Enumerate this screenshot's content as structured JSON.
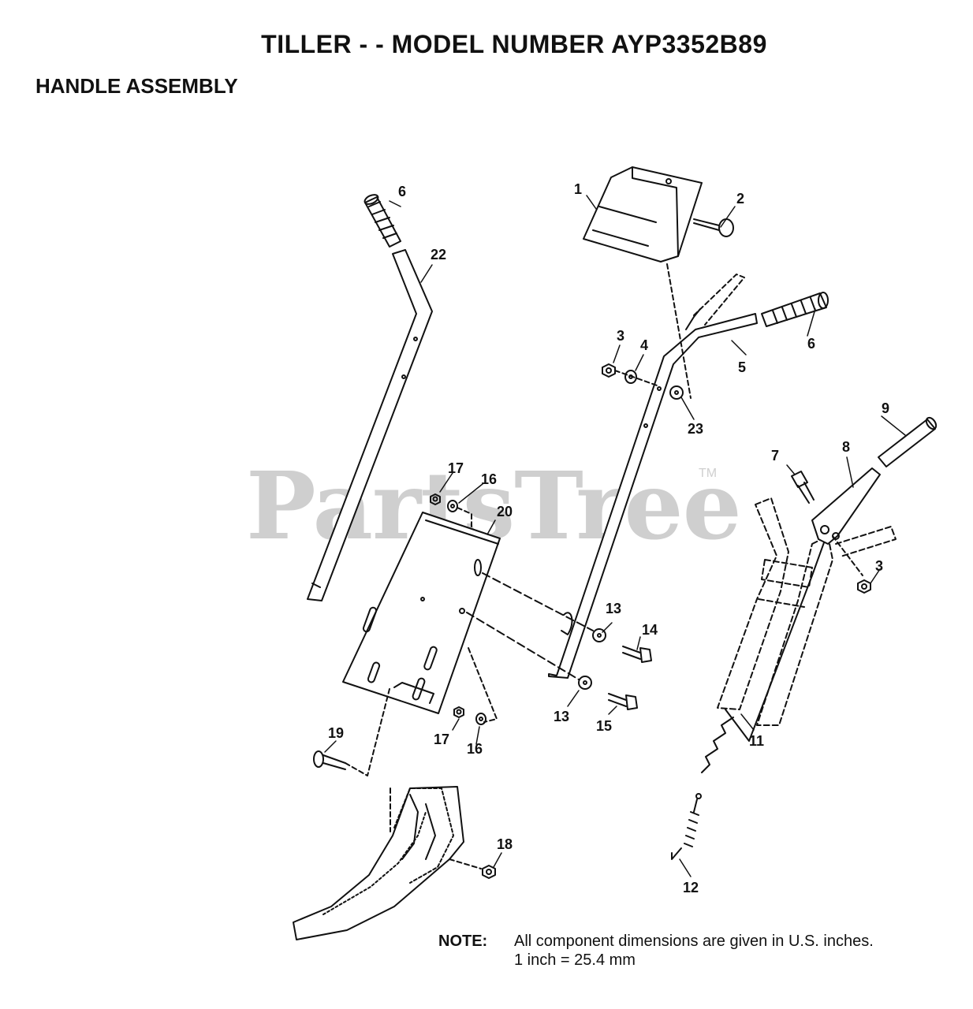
{
  "title": "TILLER - - MODEL NUMBER AYP3352B89",
  "subtitle": "HANDLE ASSEMBLY",
  "watermark": "PartsTree",
  "watermark_tm": "TM",
  "note": {
    "label": "NOTE:",
    "line1": "All component dimensions are given in U.S. inches.",
    "line2": "1 inch = 25.4 mm"
  },
  "callouts": {
    "c1": "1",
    "c2": "2",
    "c3a": "3",
    "c3b": "3",
    "c4": "4",
    "c5": "5",
    "c6a": "6",
    "c6b": "6",
    "c7": "7",
    "c8": "8",
    "c9": "9",
    "c11": "11",
    "c12": "12",
    "c13a": "13",
    "c13b": "13",
    "c14": "14",
    "c15": "15",
    "c16a": "16",
    "c16b": "16",
    "c17a": "17",
    "c17b": "17",
    "c18": "18",
    "c19": "19",
    "c20": "20",
    "c22": "22",
    "c23": "23"
  }
}
